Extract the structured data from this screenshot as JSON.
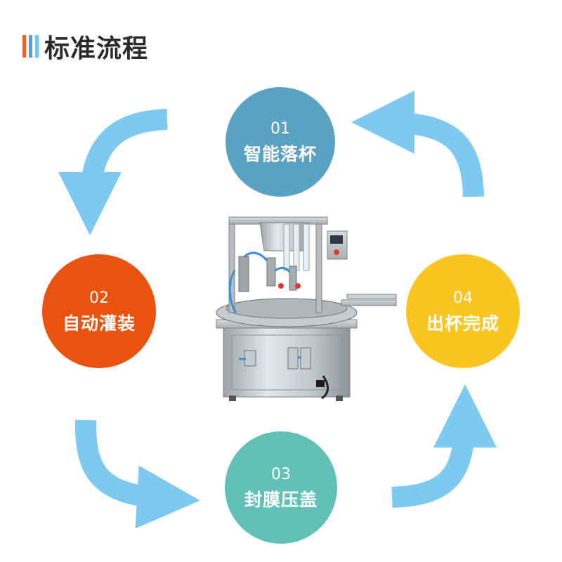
{
  "header": {
    "title": "标准流程",
    "bar_colors": [
      "#e8632a",
      "#5b9bd5",
      "#6cc6f0"
    ]
  },
  "steps": [
    {
      "num": "01",
      "label": "智能落杯",
      "color": "#5aa2c4"
    },
    {
      "num": "02",
      "label": "自动灌装",
      "color": "#e9520f"
    },
    {
      "num": "03",
      "label": "封膜压盖",
      "color": "#62c1b7"
    },
    {
      "num": "04",
      "label": "出杯完成",
      "color": "#fbc521"
    }
  ],
  "arrow_color": "#7ec9f0",
  "machine": {
    "icon": "filling-sealing-machine-icon"
  }
}
